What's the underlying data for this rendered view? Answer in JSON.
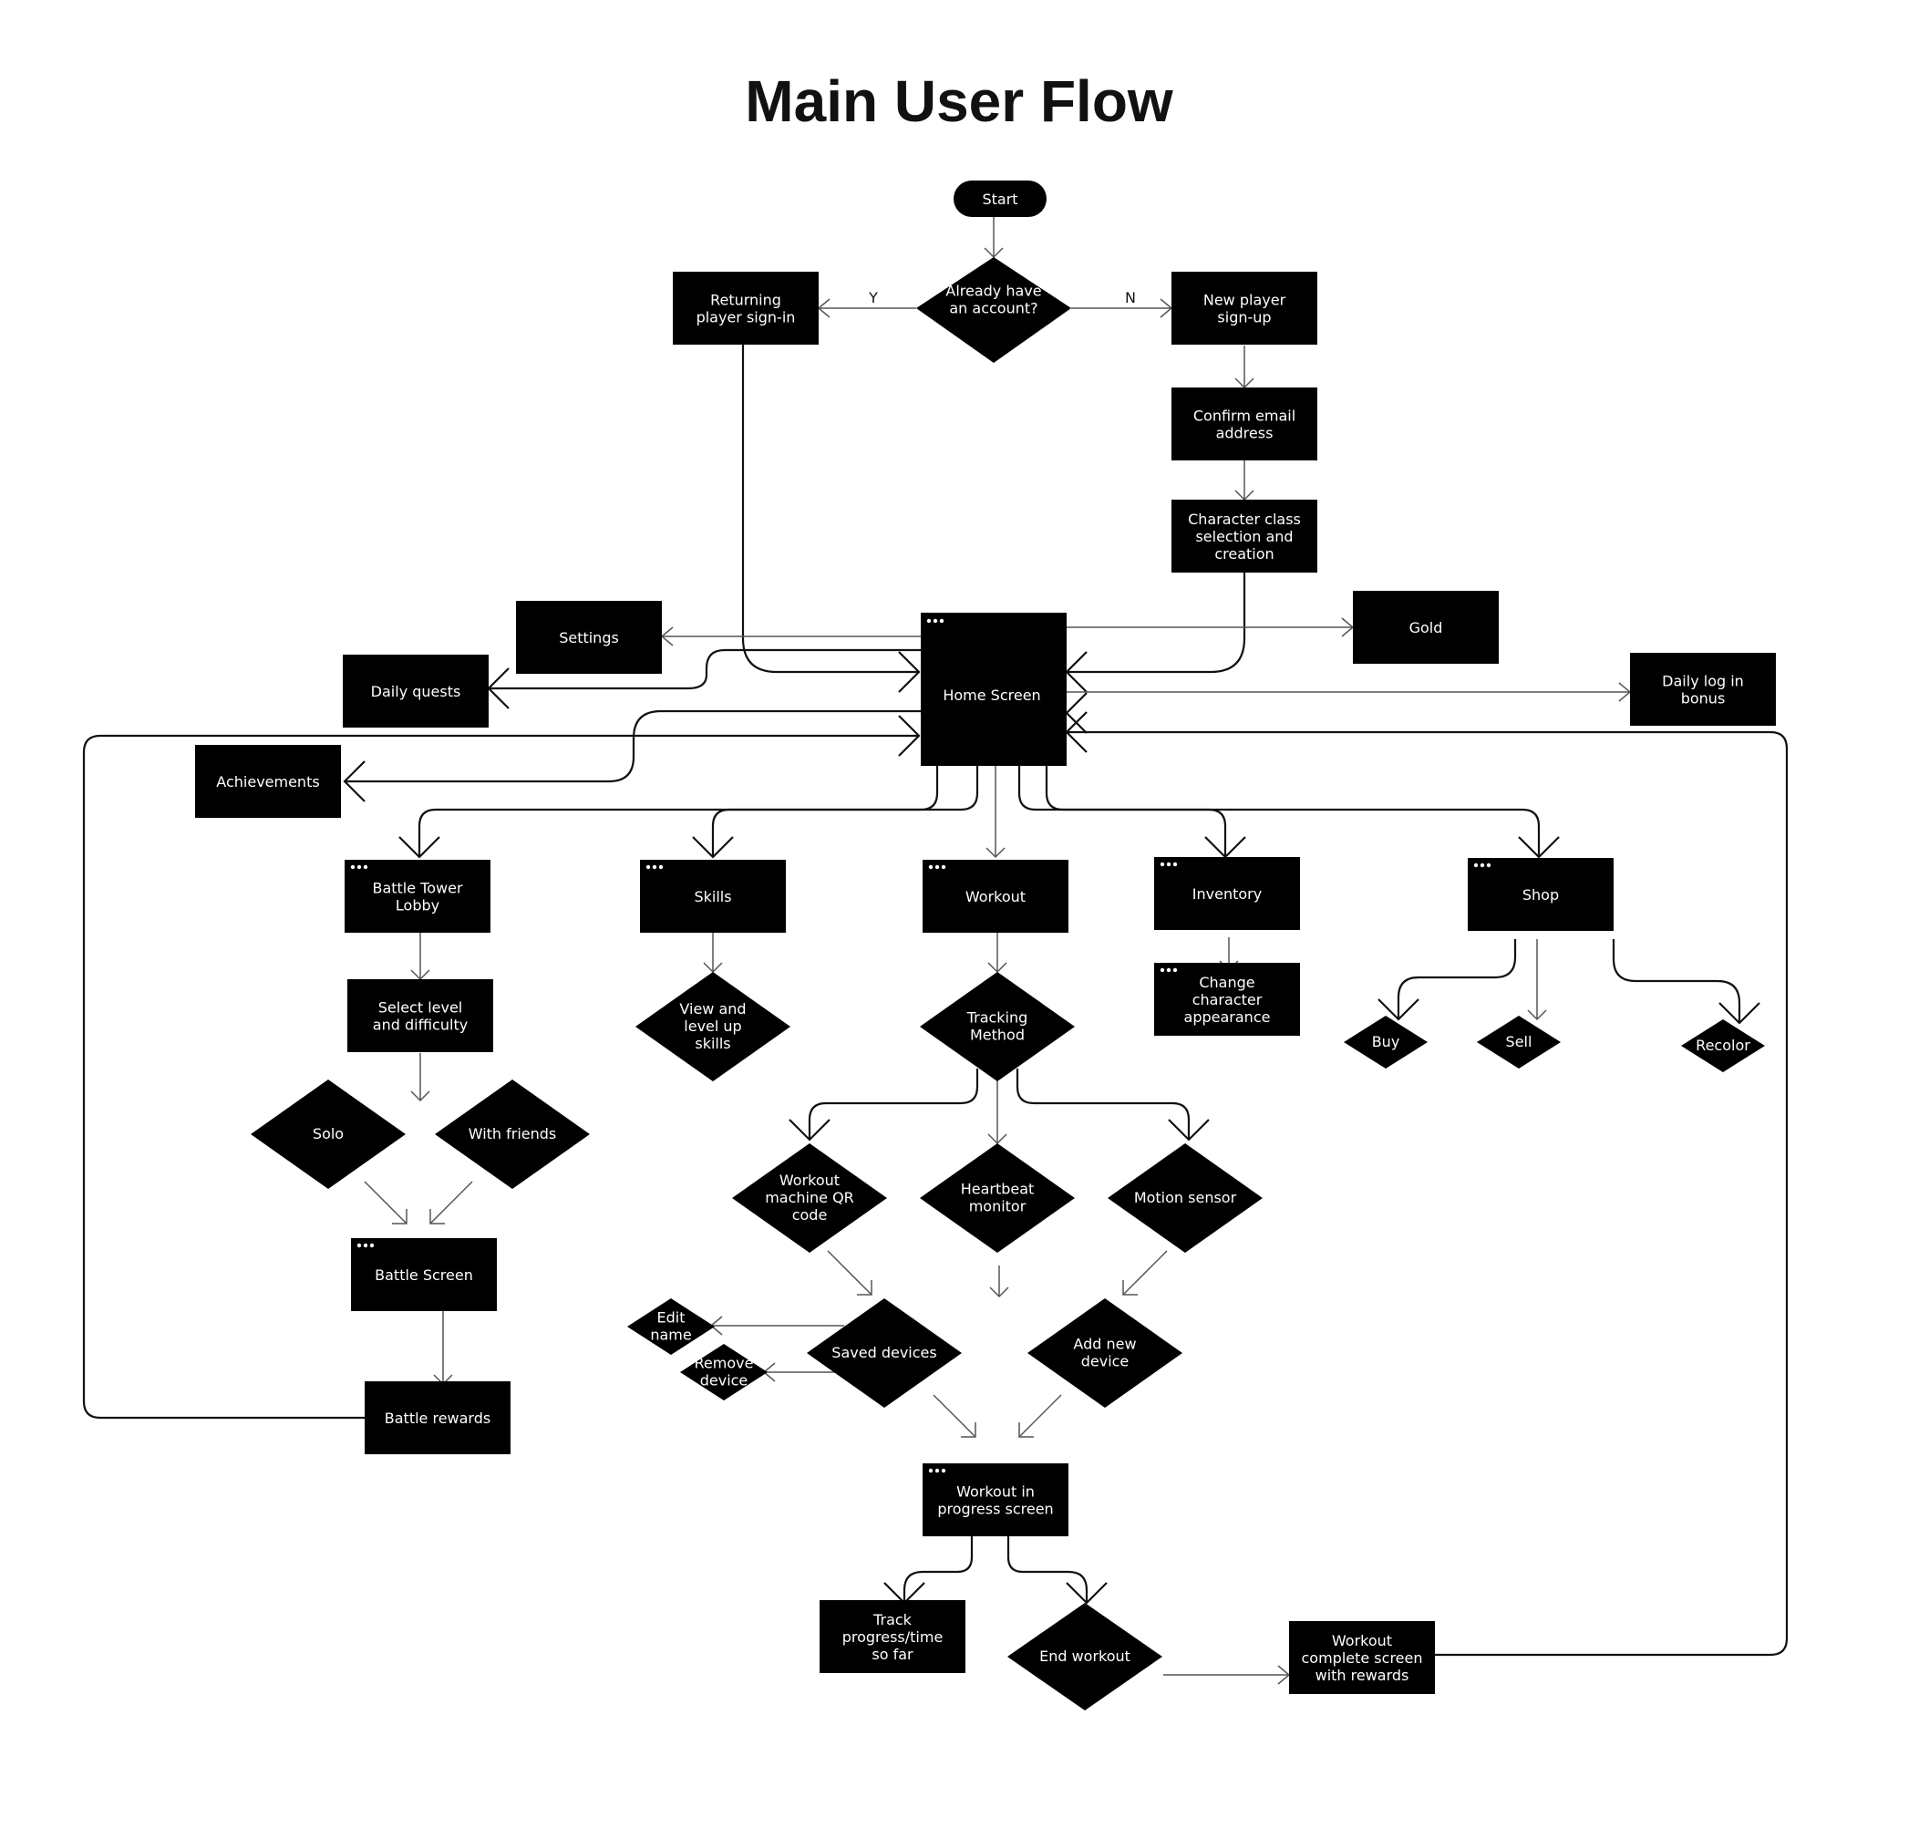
{
  "title": "Main User Flow",
  "nodes": {
    "start": "Start",
    "account_decision": "Already have an account?",
    "returning": "Returning player sign-in",
    "new_player": "New player sign-up",
    "confirm_email": "Confirm email address",
    "char_class": "Character class selection and creation",
    "settings": "Settings",
    "gold": "Gold",
    "daily_quests": "Daily quests",
    "home": "Home Screen",
    "daily_login": "Daily log in bonus",
    "achievements": "Achievements",
    "battle_lobby": "Battle Tower Lobby",
    "skills": "Skills",
    "workout": "Workout",
    "inventory": "Inventory",
    "shop": "Shop",
    "select_level": "Select level and difficulty",
    "view_skills": "View and level up skills",
    "tracking": "Tracking Method",
    "change_char": "Change character appearance",
    "buy": "Buy",
    "sell": "Sell",
    "recolor": "Recolor",
    "solo": "Solo",
    "with_friends": "With friends",
    "qr": "Workout machine QR code",
    "heartbeat": "Heartbeat monitor",
    "motion": "Motion sensor",
    "battle_screen": "Battle Screen",
    "edit_name": "Edit name",
    "saved_devices": "Saved devices",
    "add_device": "Add new device",
    "remove_device": "Remove device",
    "battle_rewards": "Battle rewards",
    "in_progress": "Workout in progress screen",
    "track_progress": "Track progress/time so far",
    "end_workout": "End workout",
    "complete": "Workout complete screen with rewards"
  },
  "edge_labels": {
    "yes": "Y",
    "no": "N"
  }
}
